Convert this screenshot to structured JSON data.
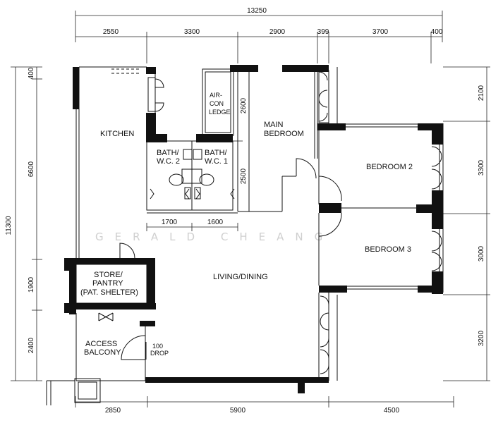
{
  "dimensions": {
    "top_total": "13250",
    "top": [
      "2550",
      "3300",
      "2900",
      "399",
      "3700",
      "400"
    ],
    "bottom": [
      "2850",
      "5900",
      "4500"
    ],
    "left_total": "11300",
    "left": [
      "400",
      "6600",
      "1900",
      "2400"
    ],
    "right": [
      "2100",
      "3300",
      "3000",
      "3200"
    ],
    "kitchen_top": "2600",
    "bath_side": "2500",
    "bath_widths": [
      "1700",
      "1600"
    ]
  },
  "rooms": {
    "kitchen": "KITCHEN",
    "bath2": [
      "BATH/",
      "W.C. 2"
    ],
    "bath1": [
      "BATH/",
      "W.C. 1"
    ],
    "aircon": [
      "AIR-",
      "CON",
      "LEDGE"
    ],
    "main_bedroom": [
      "MAIN",
      "BEDROOM"
    ],
    "bedroom2": "BEDROOM 2",
    "bedroom3": "BEDROOM 3",
    "living": "LIVING/DINING",
    "store": [
      "STORE/",
      "PANTRY",
      "(PAT. SHELTER)"
    ],
    "balcony": [
      "ACCESS",
      "BALCONY"
    ],
    "drop": [
      "100",
      "DROP"
    ]
  },
  "watermark": "GERALD CHEANG"
}
